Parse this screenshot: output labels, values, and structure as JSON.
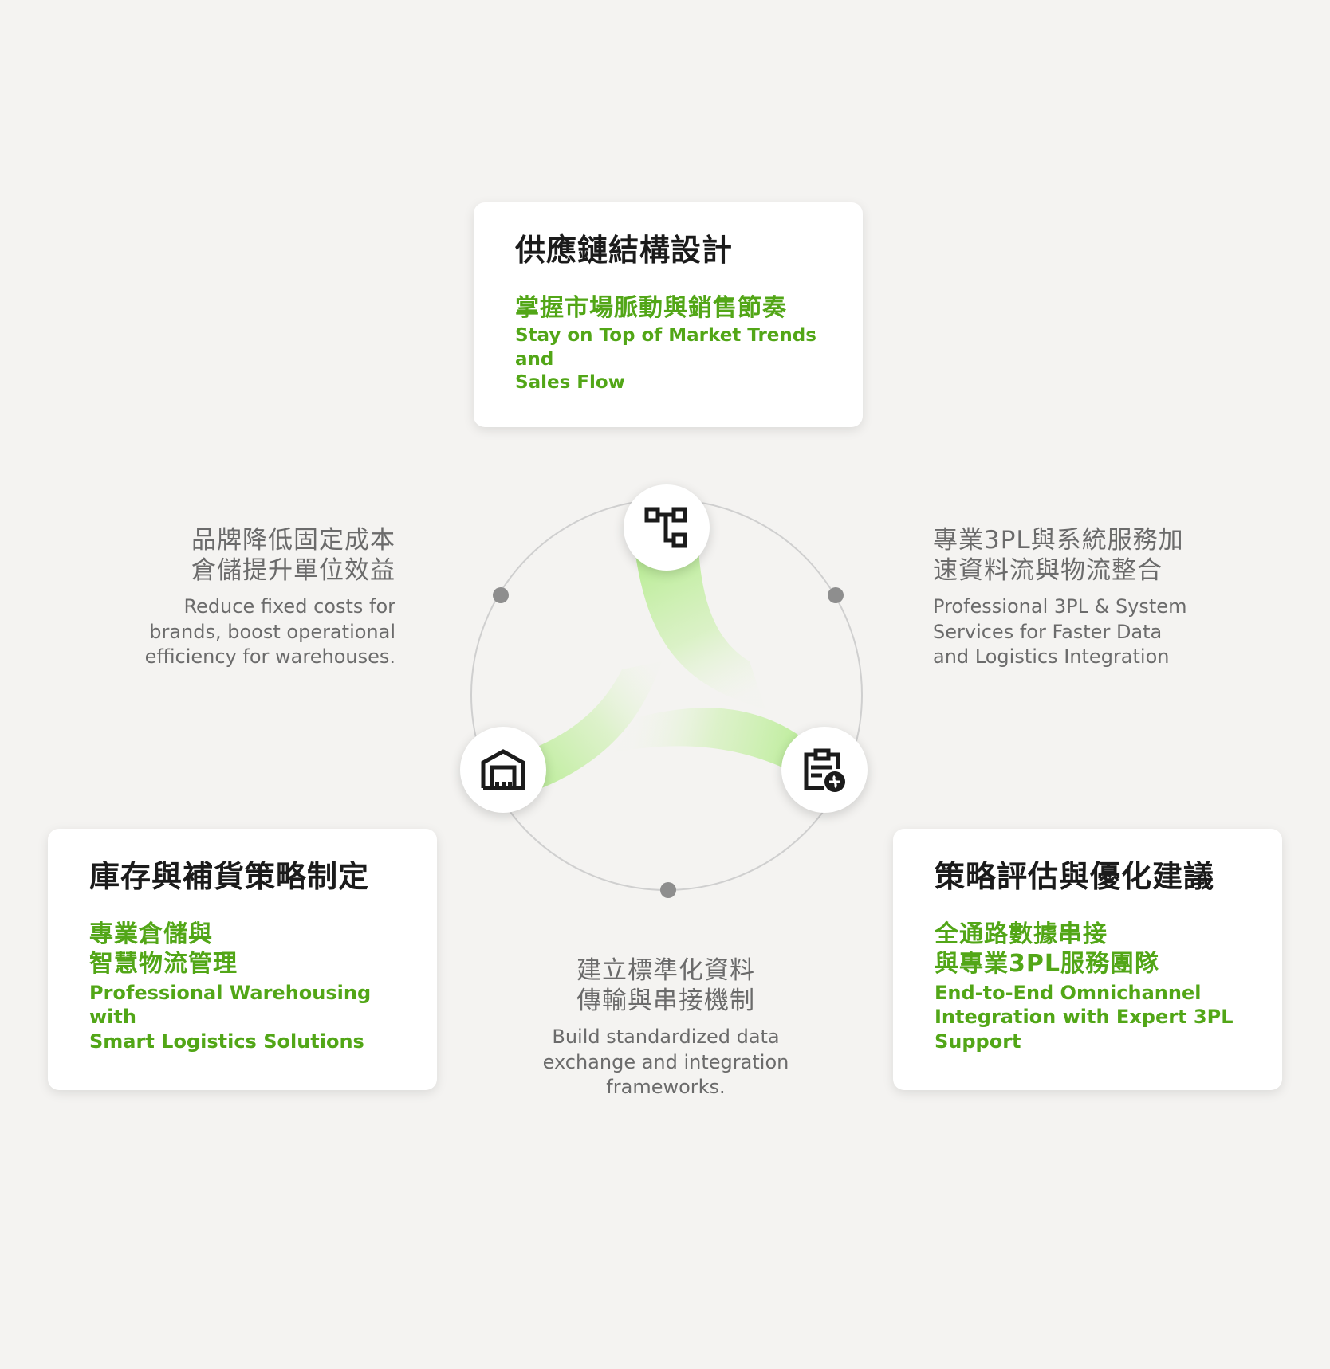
{
  "colors": {
    "background": "#f4f3f1",
    "accent_green": "#52a617",
    "title_text": "#1b1b1b",
    "muted_text": "#6b6b6b",
    "ring": "#cfcfcf",
    "dot": "#8e8e8e"
  },
  "cards": {
    "top": {
      "title": "供應鏈結構設計",
      "subtitle_zh": "掌握市場脈動與銷售節奏",
      "subtitle_en": "Stay on Top of Market Trends and\nSales Flow"
    },
    "left": {
      "title": "庫存與補貨策略制定",
      "subtitle_zh": "專業倉儲與\n智慧物流管理",
      "subtitle_en": "Professional Warehousing with\nSmart Logistics Solutions"
    },
    "right": {
      "title": "策略評估與優化建議",
      "subtitle_zh": "全通路數據串接\n與專業3PL服務團隊",
      "subtitle_en": "End-to-End Omnichannel\nIntegration with Expert 3PL\nSupport"
    }
  },
  "benefits": {
    "left": {
      "zh": "品牌降低固定成本\n倉儲提升單位效益",
      "en": "Reduce fixed costs for\nbrands, boost operational\nefficiency for warehouses."
    },
    "right": {
      "zh": "專業3PL與系統服務加\n速資料流與物流整合",
      "en": "Professional 3PL & System\nServices for Faster Data\nand Logistics Integration"
    },
    "bottom": {
      "zh": "建立標準化資料\n傳輸與串接機制",
      "en": "Build standardized data\nexchange and integration\nframeworks."
    }
  },
  "icons": {
    "top": "org-chart-icon",
    "left": "warehouse-icon",
    "right": "clipboard-globe-icon"
  }
}
